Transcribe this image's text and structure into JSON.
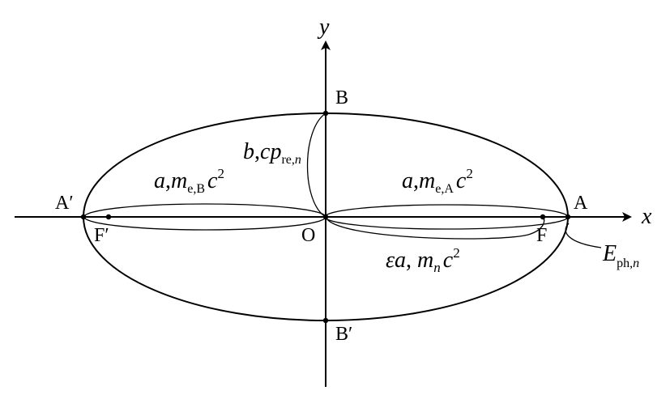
{
  "axes": {
    "x_label": "x",
    "y_label": "y"
  },
  "points": {
    "A": "A",
    "A_prime": "A′",
    "B": "B",
    "B_prime": "B′",
    "F": "F",
    "F_prime": "F′",
    "O": "O"
  },
  "labels": {
    "upper_right": {
      "var": "a",
      "sep": ",",
      "sym": "m",
      "sub": "e,A",
      "c": "c",
      "sup": "2"
    },
    "upper_left": {
      "var": "a",
      "sep": ",",
      "sym": "m",
      "sub": "e,B",
      "c": "c",
      "sup": "2"
    },
    "vertical": {
      "var": "b",
      "sep": ",",
      "c": "c",
      "p": "p",
      "sub_a": "re,",
      "sub_b": "n"
    },
    "lower": {
      "var": "εa",
      "sep": ", ",
      "sym": "m",
      "sub": "n",
      "c": "c",
      "sup": "2"
    },
    "photon": {
      "sym": "E",
      "sub_a": "ph,",
      "sub_b": "n"
    }
  },
  "colors": {
    "stroke": "#000000",
    "background": "#ffffff"
  }
}
